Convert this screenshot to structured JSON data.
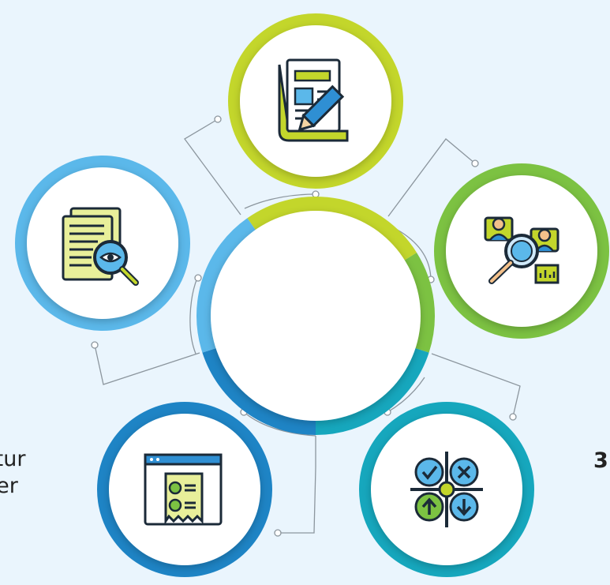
{
  "left_text_lines": [
    "ktur",
    "der"
  ],
  "right_text": "3",
  "colors": {
    "background": "#eaf5fd",
    "lime": "#c3d62b",
    "green": "#7cc242",
    "teal": "#16a7bd",
    "blue": "#1e84c5",
    "light_blue": "#5bb8ea",
    "connector": "#8c969e"
  },
  "nodes": [
    {
      "name": "node-lime",
      "color_key": "lime",
      "icon": "document-edit-icon"
    },
    {
      "name": "node-green",
      "color_key": "green",
      "icon": "user-analysis-icon"
    },
    {
      "name": "node-teal",
      "color_key": "teal",
      "icon": "decision-matrix-icon"
    },
    {
      "name": "node-blue",
      "color_key": "blue",
      "icon": "checklist-invoice-icon"
    },
    {
      "name": "node-light-blue",
      "color_key": "light_blue",
      "icon": "document-review-icon"
    }
  ]
}
